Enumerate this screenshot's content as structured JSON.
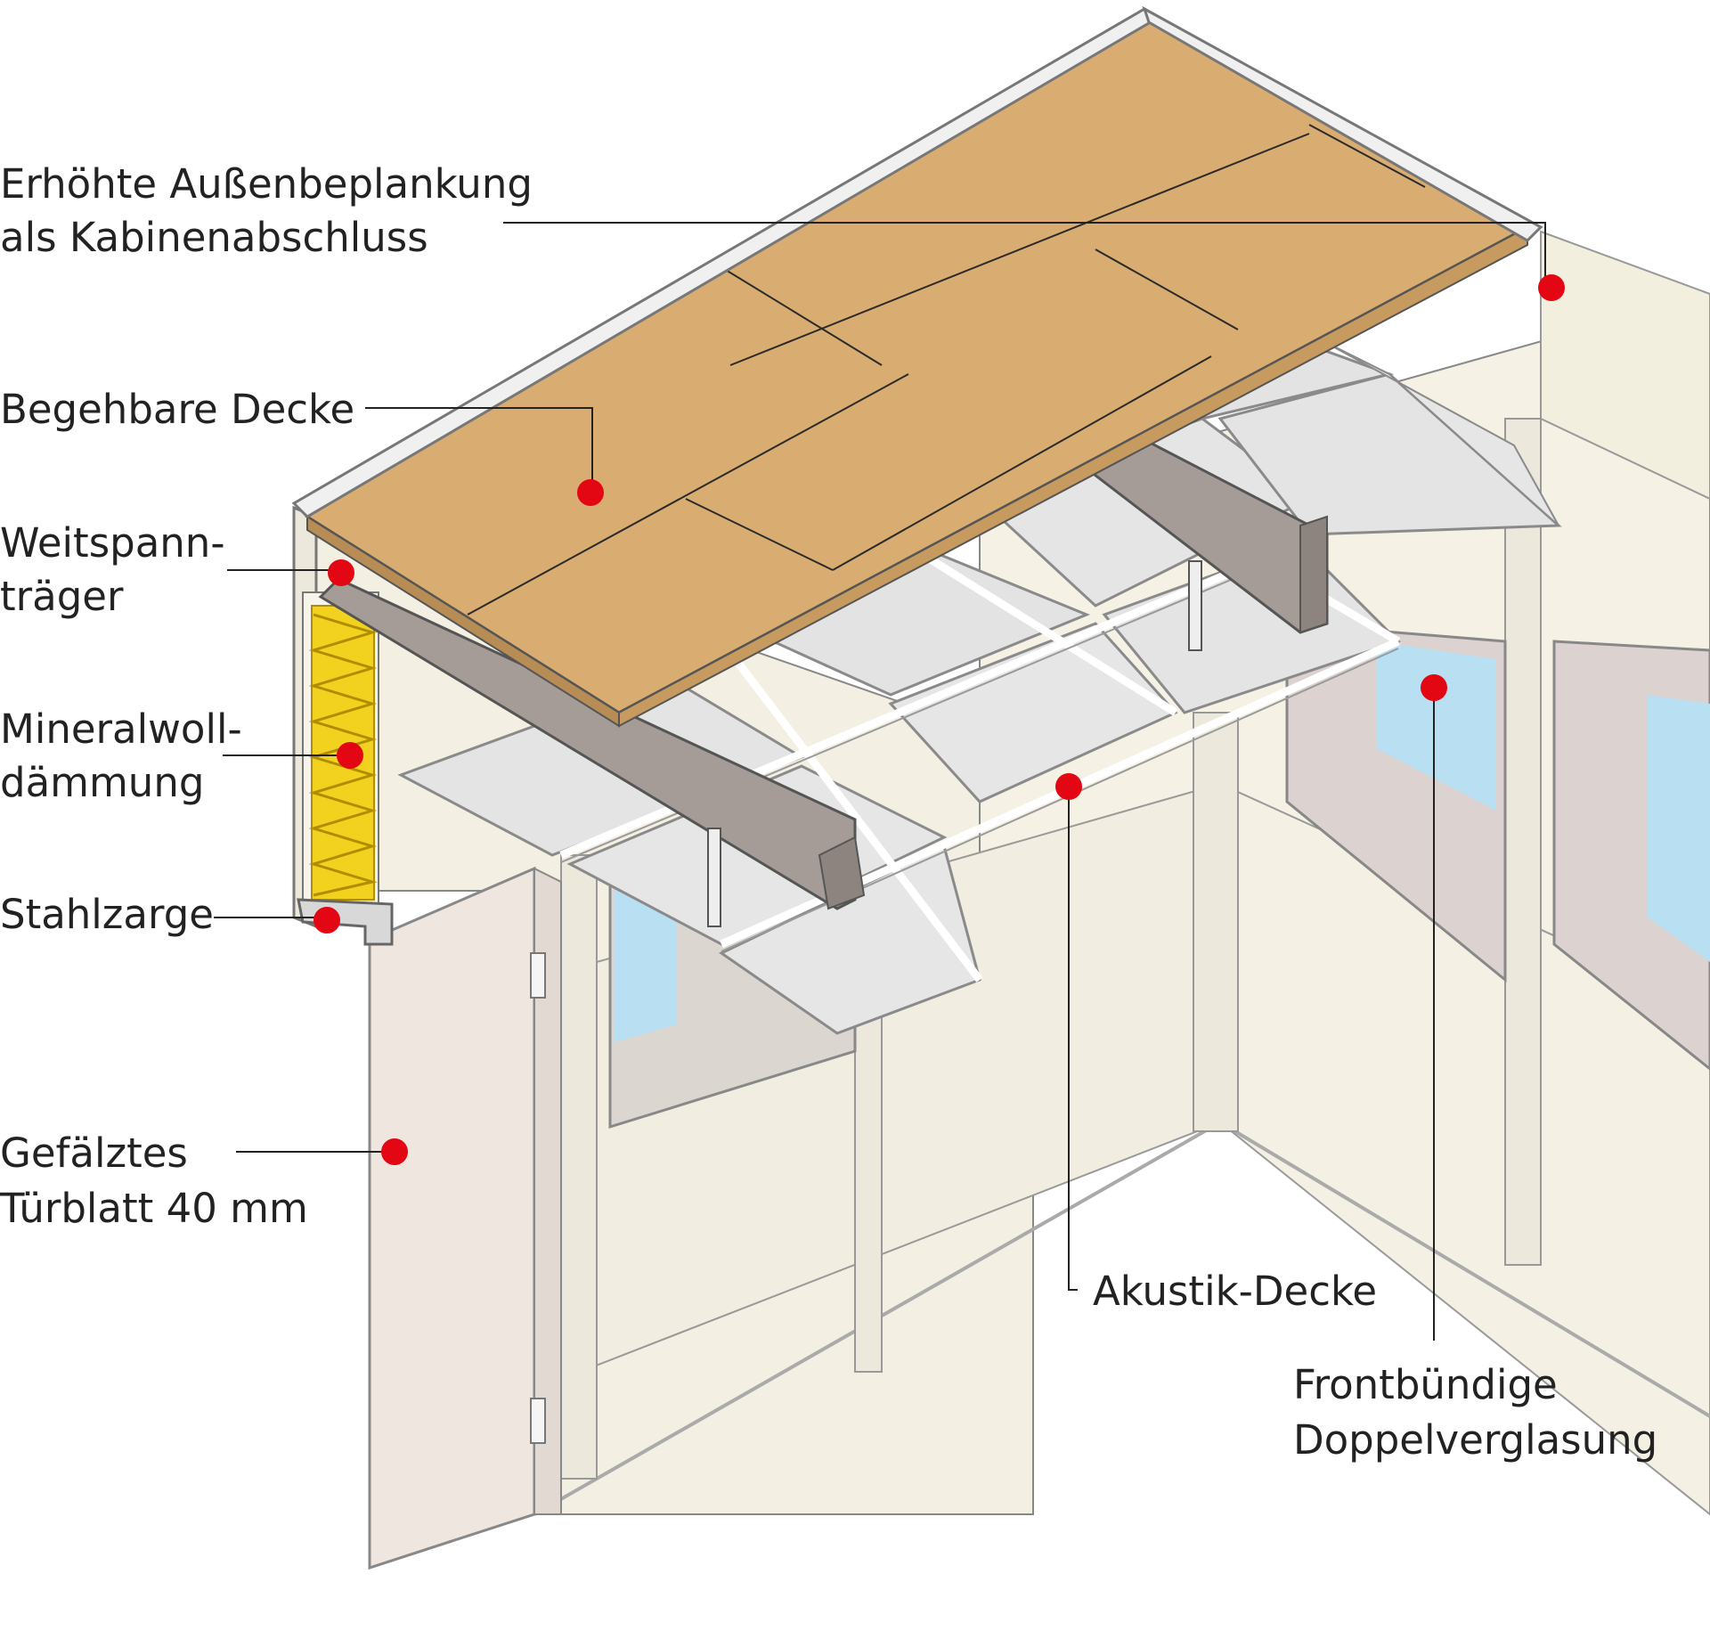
{
  "labels": {
    "outer_panel": [
      "Erhöhte Außenbeplankung",
      "als Kabinenabschluss"
    ],
    "walkable_ceiling": [
      "Begehbare Decke"
    ],
    "span_beam": [
      "Weitspann-",
      "träger"
    ],
    "mineral_wool": [
      "Mineralwoll-",
      "dämmung"
    ],
    "steel_frame": [
      "Stahlzarge"
    ],
    "door_leaf": [
      "Gefälztes",
      "Türblatt 40 mm"
    ],
    "acoustic_ceiling": [
      "Akustik-Decke"
    ],
    "glazing": [
      "Frontbündige",
      "Doppelverglasung"
    ]
  },
  "colors": {
    "marker": "#e30613",
    "wood": "#d9ad72",
    "wall": "#f3efe2",
    "ceiling_tile": "#e4e4e4",
    "beam": "#a59c98",
    "insulation": "#f2d21e",
    "glass": "#b9dff2"
  }
}
